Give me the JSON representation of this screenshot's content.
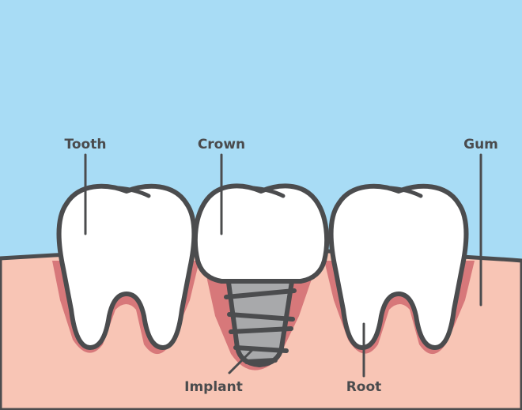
{
  "colors": {
    "sky": "#a8dcf5",
    "gum": "#f8c5b5",
    "gum_shadow": "#d7787a",
    "tooth": "#ffffff",
    "outline": "#4b4c4e",
    "implant": "#a8a9ab",
    "label": "#4a4b4d"
  },
  "labels": {
    "tooth": "Tooth",
    "crown": "Crown",
    "gum": "Gum",
    "implant": "Implant",
    "root": "Root"
  }
}
